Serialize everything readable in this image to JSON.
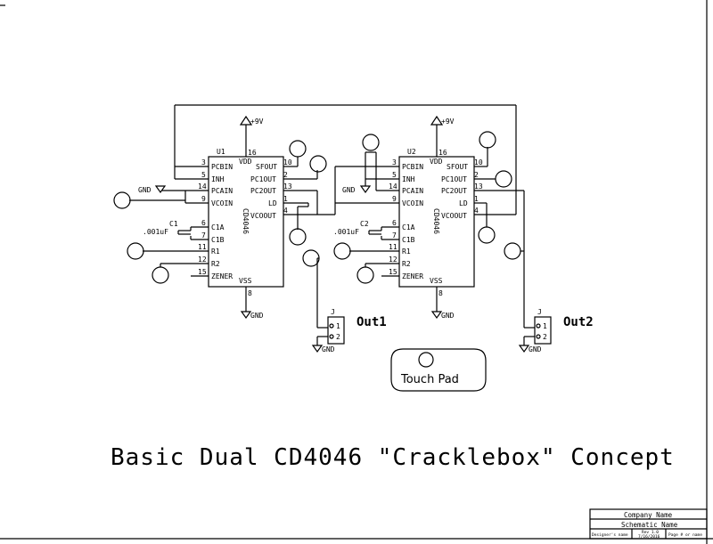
{
  "title": "Basic Dual CD4046 \"Cracklebox\" Concept",
  "supply_label": "+9V",
  "ground_label": "GND",
  "chip": {
    "part": "CD4046",
    "pins_left": [
      "PCBIN",
      "INH",
      "PCAIN",
      "VCOIN",
      "C1A",
      "C1B",
      "R1",
      "R2",
      "ZENER"
    ],
    "pin_numbers_left": [
      "3",
      "5",
      "14",
      "9",
      "6",
      "7",
      "11",
      "12",
      "15"
    ],
    "pins_right": [
      "SFOUT",
      "PC1OUT",
      "PC2OUT",
      "LD",
      "VCOOUT"
    ],
    "pin_numbers_right": [
      "10",
      "2",
      "13",
      "1",
      "4"
    ],
    "vdd": "VDD",
    "vdd_pin": "16",
    "vss": "VSS",
    "vss_pin": "8"
  },
  "u1": {
    "ref": "U1",
    "cap_ref": "C1",
    "cap_value": ".001uF"
  },
  "u2": {
    "ref": "U2",
    "cap_ref": "C2",
    "cap_value": ".001uF"
  },
  "out1": {
    "ref": "J",
    "label": "Out1",
    "pin1": "1",
    "pin2": "2"
  },
  "out2": {
    "ref": "J",
    "label": "Out2",
    "pin1": "1",
    "pin2": "2"
  },
  "touch_pad": "Touch Pad",
  "title_block": {
    "company": "Company Name",
    "schematic": "Schematic Name",
    "designer": "Designer's name",
    "rev": "Rev 1.0",
    "date": "7/16/2016",
    "page": "Page # or name"
  }
}
